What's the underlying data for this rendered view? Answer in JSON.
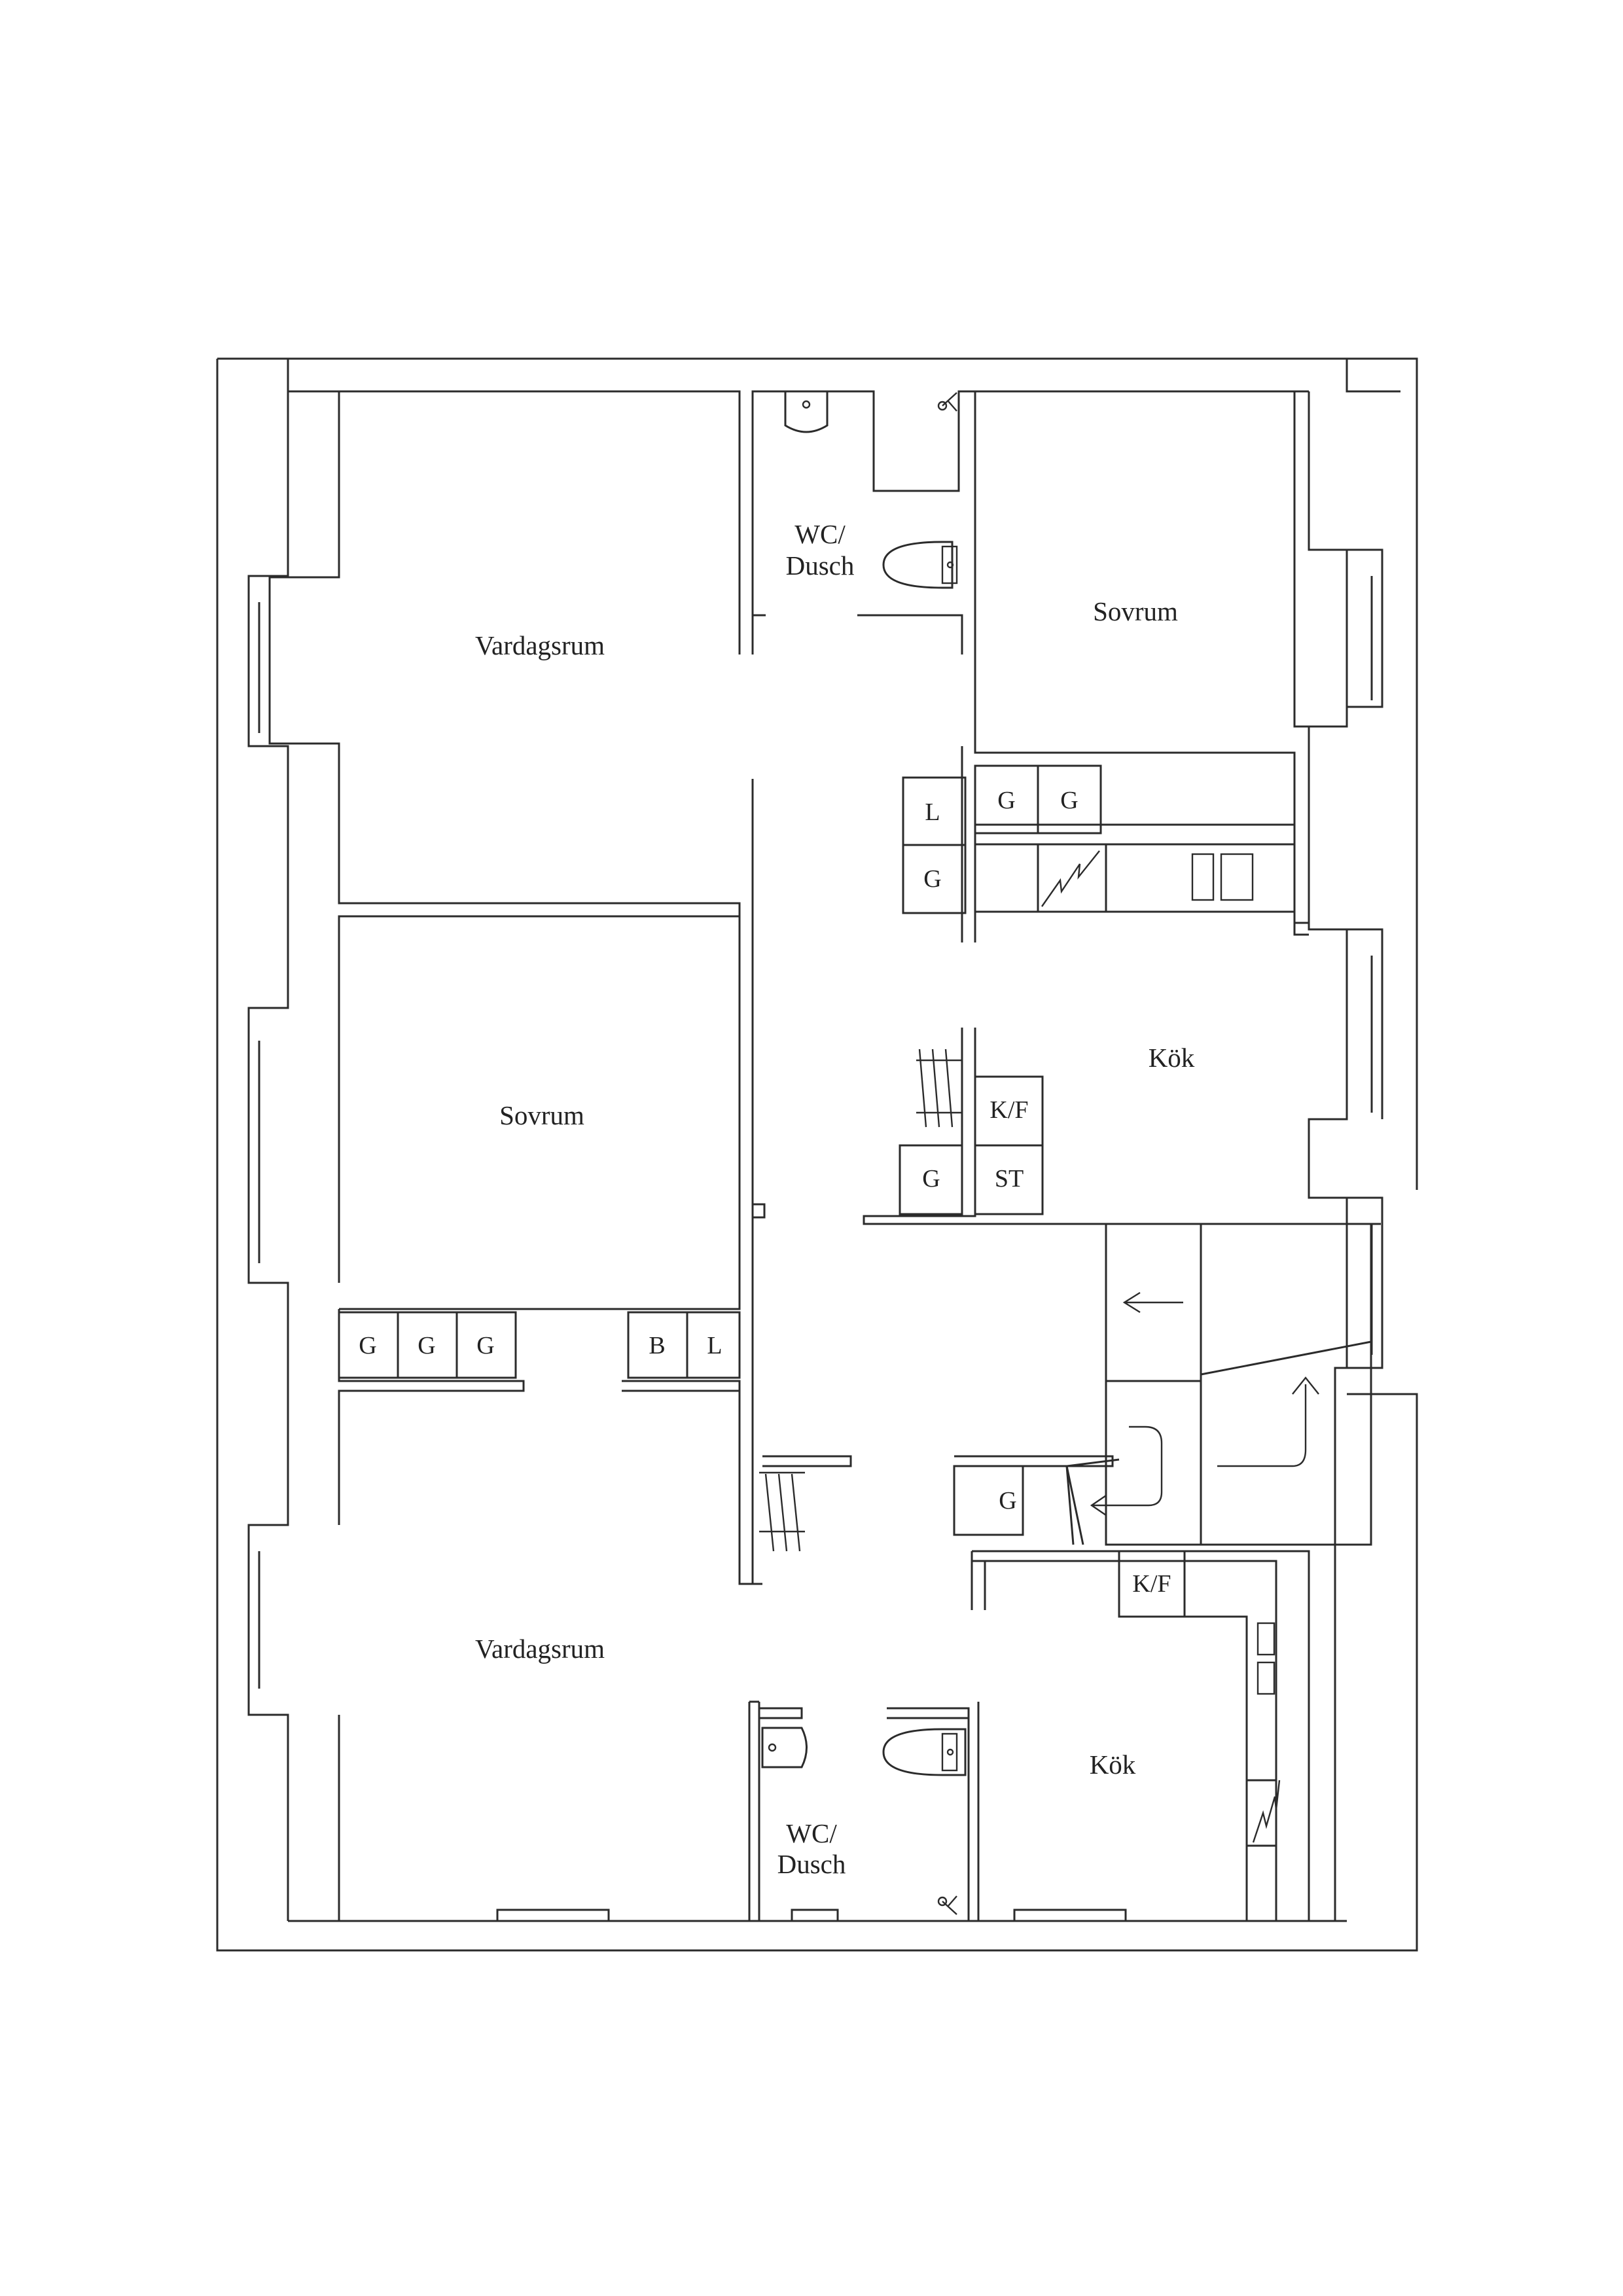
{
  "rooms": {
    "living_room_upper": "Vardagsrum",
    "bath_upper_line1": "WC/",
    "bath_upper_line2": "Dusch",
    "bedroom_right": "Sovrum",
    "bedroom_left": "Sovrum",
    "kitchen_upper": "Kök",
    "living_room_lower": "Vardagsrum",
    "kitchen_lower": "Kök",
    "bath_lower_line1": "WC/",
    "bath_lower_line2": "Dusch"
  },
  "fixtures": {
    "upper_closet_L": "L",
    "upper_closet_G1": "G",
    "upper_closet_G2": "G",
    "upper_closet_G3": "G",
    "kitchen_upper_KF": "K/F",
    "kitchen_upper_ST": "ST",
    "kitchen_upper_G": "G",
    "left_closet_G1": "G",
    "left_closet_G2": "G",
    "left_closet_G3": "G",
    "left_closet_B": "B",
    "left_closet_L": "L",
    "hall_closet_G": "G",
    "kitchen_lower_KF": "K/F"
  },
  "icons": [
    "washbasin-icon",
    "toilet-icon",
    "shower-icon",
    "stove-icon",
    "stair-arrow-icon",
    "wardrobe-icon"
  ],
  "colors": {
    "line": "#2b2b2b",
    "background": "#ffffff"
  }
}
